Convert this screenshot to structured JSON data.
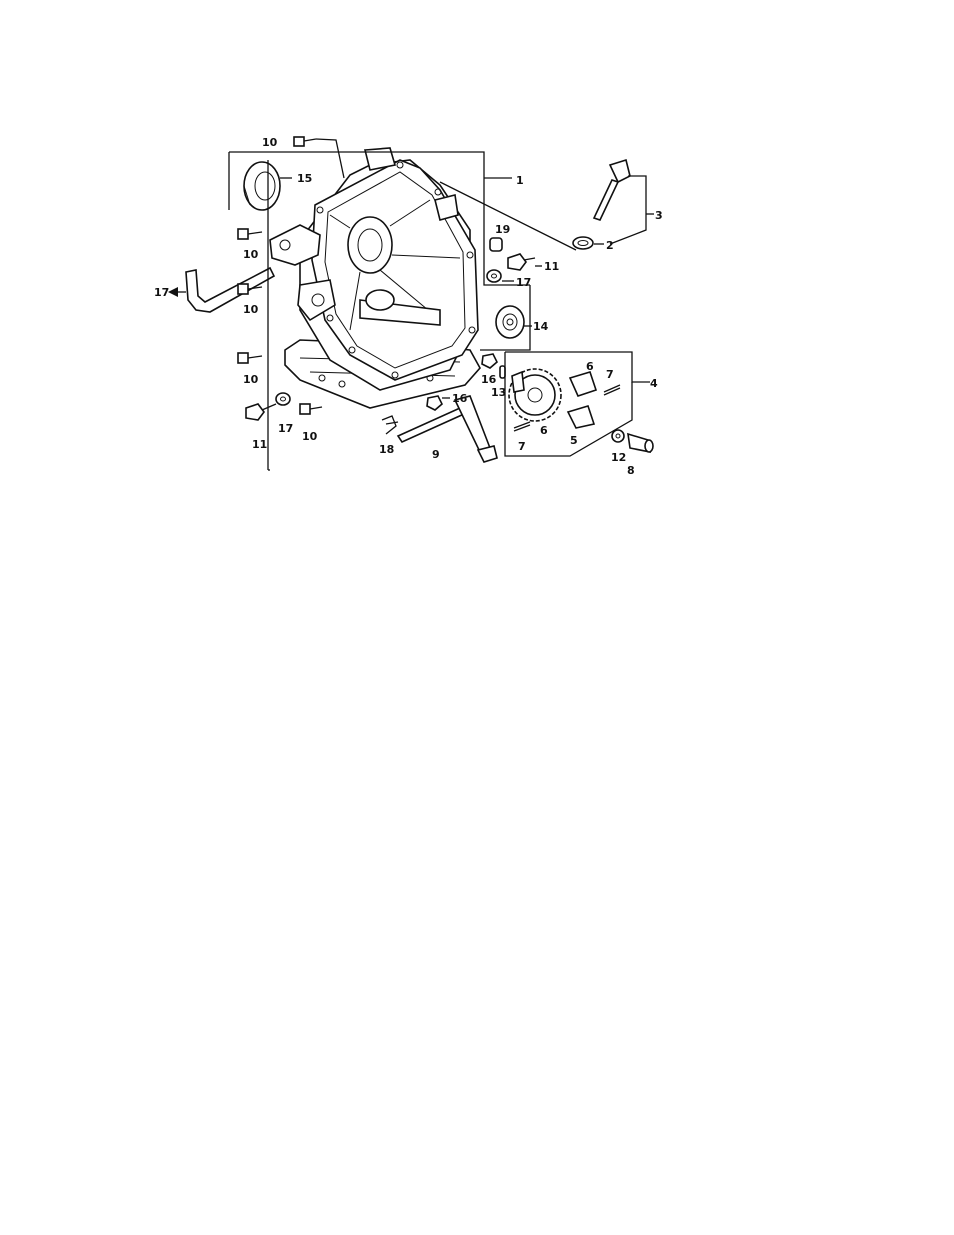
{
  "labels": {
    "p1": "1",
    "p2": "2",
    "p3": "3",
    "p4": "4",
    "p5": "5",
    "p6a": "6",
    "p6b": "6",
    "p7a": "7",
    "p7b": "7",
    "p8": "8",
    "p9": "9",
    "p10a": "10",
    "p10b": "10",
    "p10c": "10",
    "p10d": "10",
    "p10e": "10",
    "p11a": "11",
    "p11b": "11",
    "p12": "12",
    "p13": "13",
    "p14": "14",
    "p15": "15",
    "p16a": "16",
    "p16b": "16",
    "p17a": "17",
    "p17b": "17",
    "p18": "18",
    "p19": "19",
    "p17arrow": "17"
  }
}
